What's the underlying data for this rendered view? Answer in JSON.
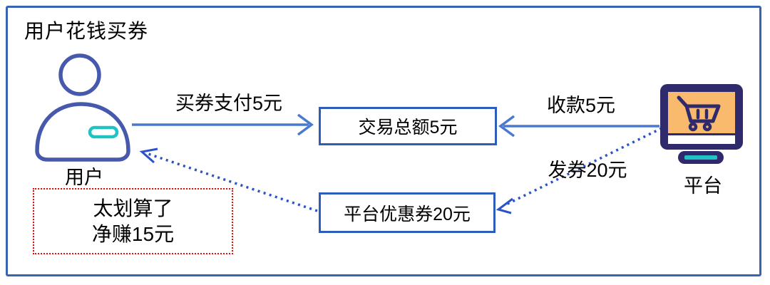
{
  "diagram": {
    "title": "用户花钱买券",
    "user": {
      "label": "用户"
    },
    "platform": {
      "label": "平台"
    },
    "nodes": {
      "transaction_box": {
        "label": "交易总额5元"
      },
      "coupon_box": {
        "label": "平台优惠券20元"
      },
      "thought_box": {
        "line1": "太划算了",
        "line2": "净赚15元"
      }
    },
    "flows": [
      {
        "id": "pay",
        "label": "买券支付5元",
        "from": "用户",
        "to": "交易总额5元",
        "style": "solid"
      },
      {
        "id": "receive",
        "label": "收款5元",
        "from": "平台",
        "to": "交易总额5元",
        "style": "solid"
      },
      {
        "id": "issue_coupon",
        "label": "发券20元",
        "from": "平台",
        "to": "平台优惠券20元",
        "style": "dotted"
      },
      {
        "id": "deliver_coupon",
        "label": "",
        "from": "平台优惠券20元",
        "to": "用户",
        "style": "dotted"
      }
    ],
    "colors": {
      "frame_border": "#3B63B5",
      "solid_arrow": "#4A79CE",
      "dotted_arrow": "#2B52C8",
      "node_border": "#2E5CB9",
      "thought_border": "#FF0000",
      "user_icon_stroke": "#4759AC",
      "platform_navy": "#2F2A6B",
      "platform_screen_orange": "#F9BA6D",
      "teal_accent": "#20C2C4",
      "text": "#000000",
      "background": "#FFFFFF"
    }
  }
}
